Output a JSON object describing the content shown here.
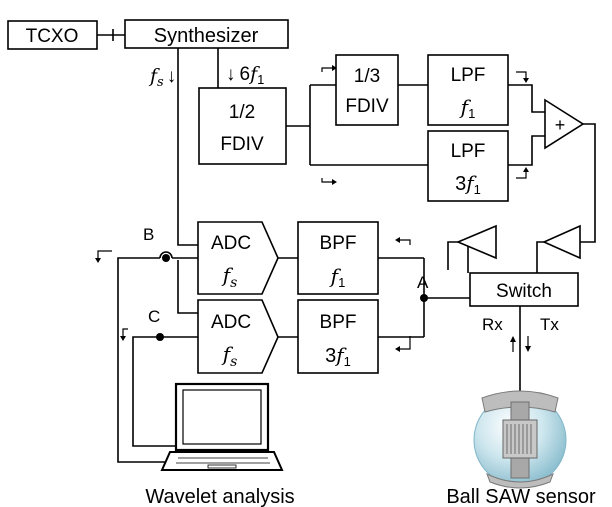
{
  "blocks": {
    "tcxo": "TCXO",
    "synth": "Synthesizer",
    "half_fdiv": {
      "line1": "1/2",
      "line2": "FDIV"
    },
    "third_fdiv": {
      "line1": "1/3",
      "line2": "FDIV"
    },
    "lpf1": {
      "line1": "LPF",
      "sym": "f",
      "sub": "1",
      "coef": ""
    },
    "lpf3": {
      "line1": "LPF",
      "sym": "f",
      "sub": "1",
      "coef": "3"
    },
    "adc1": {
      "line1": "ADC",
      "sym": "f",
      "sub": "s"
    },
    "adc2": {
      "line1": "ADC",
      "sym": "f",
      "sub": "s"
    },
    "bpf1": {
      "line1": "BPF",
      "sym": "f",
      "sub": "1",
      "coef": ""
    },
    "bpf3": {
      "line1": "BPF",
      "sym": "f",
      "sub": "1",
      "coef": "3"
    },
    "switch": "Switch",
    "summer": "+"
  },
  "signals": {
    "fs": {
      "sym": "f",
      "sub": "s",
      "arrow": "↓"
    },
    "six_f1": {
      "arrow": "↓",
      "coef": "6",
      "sym": "f",
      "sub": "1"
    },
    "rx": "Rx",
    "tx": "Tx"
  },
  "nodes": {
    "a": "A",
    "b": "B",
    "c": "C"
  },
  "captions": {
    "wavelet": "Wavelet analysis",
    "sensor": "Ball SAW sensor"
  },
  "colors": {
    "line": "#000000",
    "sphere": "#cde6ee",
    "sphere_edge": "#7fb6c8",
    "sensor_metal": "#9a9a9a"
  },
  "icons": [
    "laptop-icon",
    "ball-saw-sensor-icon",
    "amplifier-icon",
    "adder-icon"
  ]
}
